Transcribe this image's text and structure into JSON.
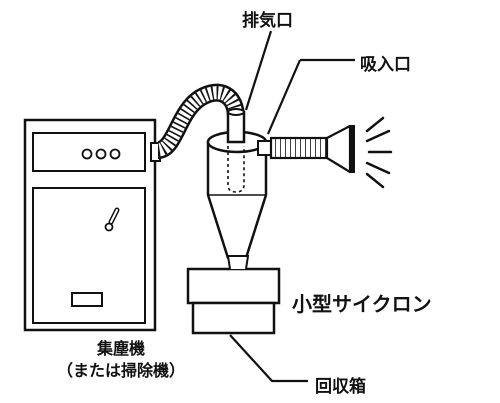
{
  "labels": {
    "exhaust_port": "排気口",
    "intake_port": "吸入口",
    "title": "小型サイクロン",
    "collector_line1": "集塵機",
    "collector_line2": "（または掃除機）",
    "collection_box": "回収箱"
  },
  "collector_display": "○○○",
  "colors": {
    "line": "#111111",
    "background": "#ffffff"
  }
}
